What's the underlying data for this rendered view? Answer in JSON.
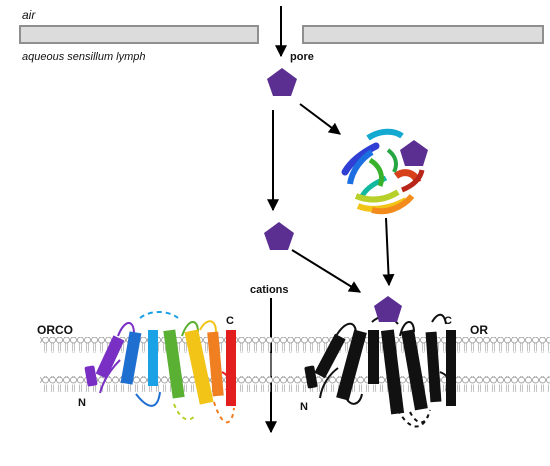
{
  "labels": {
    "air": "air",
    "lymph": "aqueous sensillum lymph",
    "pore": "pore",
    "cations": "cations",
    "orco": "ORCO",
    "or": "OR",
    "orco_n": "N",
    "orco_c": "C",
    "or_n": "N",
    "or_c": "C"
  },
  "colors": {
    "odorant": "#5b2f91",
    "membrane_bar": "#dcdcdc",
    "membrane_bar_edge": "#8f8f8f",
    "orco_helices": [
      "#7a2fc4",
      "#1f6fd1",
      "#1aa1e6",
      "#5ab032",
      "#f2c418",
      "#f07f22",
      "#e31e1e"
    ],
    "or_helix": "#111111"
  },
  "icons": [
    "pentagon-odorant-icon",
    "obp-protein-ribbon-icon",
    "lipid-bilayer-icon"
  ]
}
